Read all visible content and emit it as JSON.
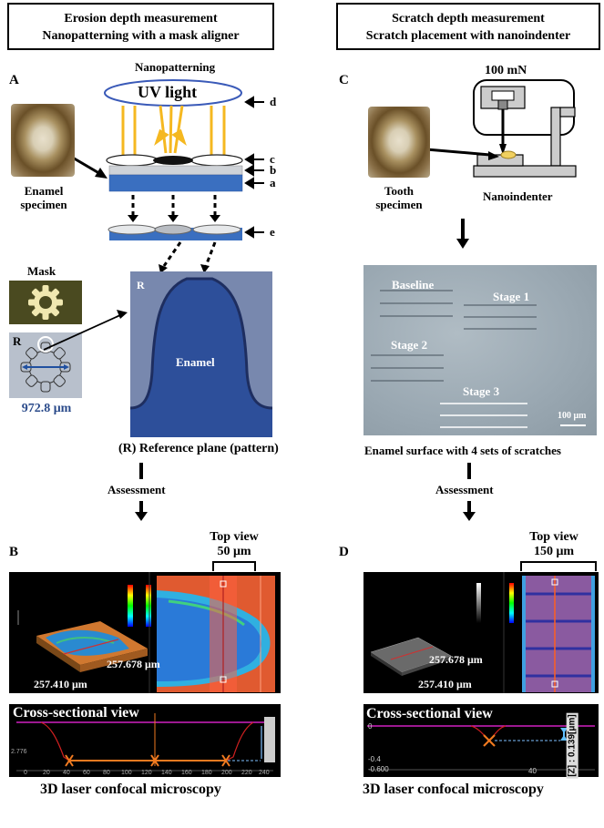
{
  "left_panel": {
    "title_line1": "Erosion depth measurement",
    "title_line2": "Nanopatterning with a mask aligner",
    "label_A": "A",
    "nanopatterning_label": "Nanopatterning",
    "uv_label": "UV light",
    "letters": {
      "a": "a",
      "b": "b",
      "c": "c",
      "d": "d",
      "e": "e"
    },
    "enamel_specimen_line1": "Enamel",
    "enamel_specimen_line2": "specimen",
    "mask_label": "Mask",
    "r_label": "R",
    "mask_width": "972.8 μm",
    "micro_r": "R",
    "micro_enamel": "Enamel",
    "reference_plane": "(R) Reference plane (pattern)",
    "assessment": "Assessment",
    "label_B": "B",
    "top_view": "Top view",
    "top_view_size": "50 μm",
    "dim_x": "257.678 μm",
    "dim_y": "257.410 μm",
    "cross_section_title": "Cross-sectional view",
    "cross_axis_ticks": [
      "0",
      "20",
      "40",
      "60",
      "80",
      "100",
      "120",
      "140",
      "160",
      "180",
      "200",
      "220",
      "240"
    ],
    "cross_y_label": "2.776",
    "method": "3D laser confocal microscopy"
  },
  "right_panel": {
    "title_line1": "Scratch depth measurement",
    "title_line2": "Scratch placement with nanoindenter",
    "label_C": "C",
    "force": "100 mN",
    "tooth_specimen_line1": "Tooth",
    "tooth_specimen_line2": "specimen",
    "nanoindenter": "Nanoindenter",
    "baseline": "Baseline",
    "stage1": "Stage 1",
    "stage2": "Stage 2",
    "stage3": "Stage 3",
    "scale_bar": "100 μm",
    "surface_caption": "Enamel surface with 4 sets of scratches",
    "assessment": "Assessment",
    "label_D": "D",
    "top_view": "Top view",
    "top_view_size": "150 μm",
    "dim_x": "257.678 μm",
    "dim_y": "257.410 μm",
    "cross_section_title": "Cross-sectional view",
    "cross_y_ticks": [
      "0",
      "-0.4",
      "-0.600"
    ],
    "cross_x_tick": "40",
    "depth_readout": "[Z] : 0.139[μm]",
    "method": "3D laser confocal microscopy"
  },
  "colors": {
    "uv_ray": "#f5b820",
    "enamel_blue": "#3a6fc0",
    "micro_blue": "#2d4f9a",
    "cross_bg": "#000000",
    "cross_line": "#d020c0",
    "marker": "#f07a20"
  }
}
